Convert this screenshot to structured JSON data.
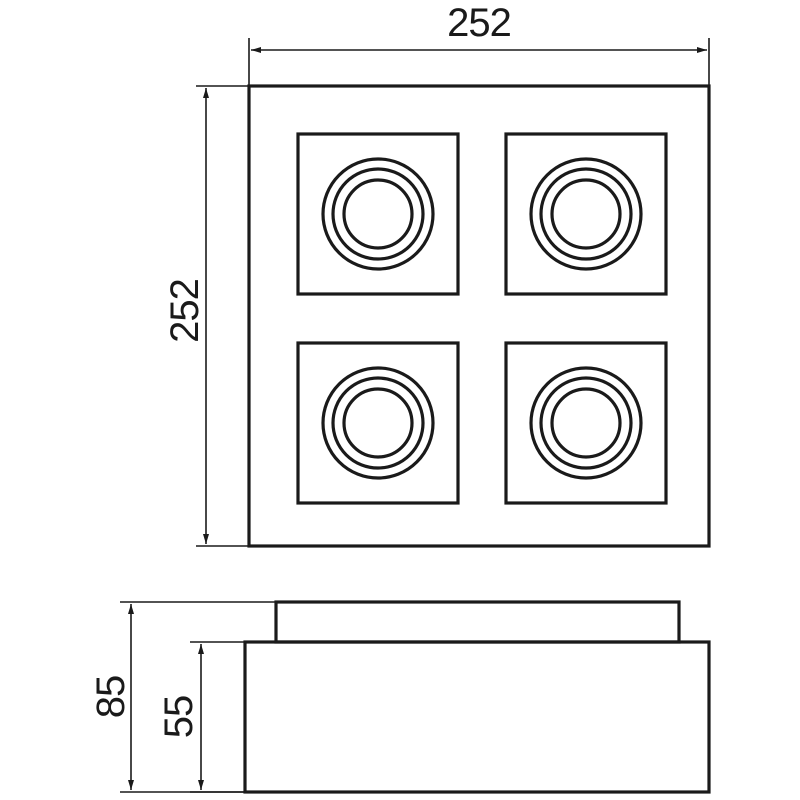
{
  "dimensions": {
    "top_width": "252",
    "top_height": "252",
    "side_total_height": "85",
    "side_body_height": "55"
  },
  "fixture": {
    "spot_count": 4
  },
  "colors": {
    "line": "#1a1a1a",
    "background": "#ffffff"
  }
}
